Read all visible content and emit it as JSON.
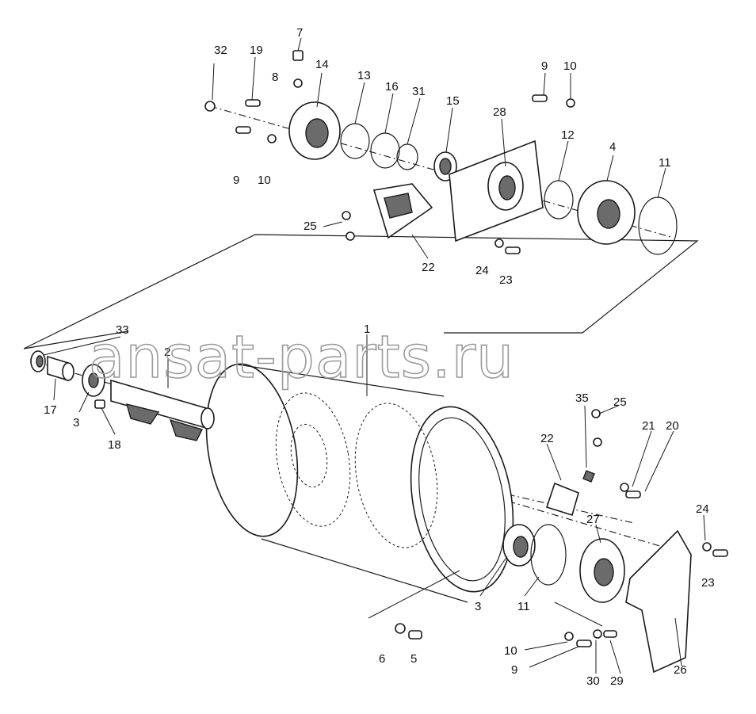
{
  "watermark": "ansat-parts.ru",
  "callouts": [
    {
      "id": "c1",
      "label": "1"
    },
    {
      "id": "c2",
      "label": "2"
    },
    {
      "id": "c3a",
      "label": "3"
    },
    {
      "id": "c3b",
      "label": "3"
    },
    {
      "id": "c4",
      "label": "4"
    },
    {
      "id": "c5",
      "label": "5"
    },
    {
      "id": "c6",
      "label": "6"
    },
    {
      "id": "c7",
      "label": "7"
    },
    {
      "id": "c8",
      "label": "8"
    },
    {
      "id": "c9a",
      "label": "9"
    },
    {
      "id": "c9b",
      "label": "9"
    },
    {
      "id": "c9c",
      "label": "9"
    },
    {
      "id": "c10a",
      "label": "10"
    },
    {
      "id": "c10b",
      "label": "10"
    },
    {
      "id": "c10c",
      "label": "10"
    },
    {
      "id": "c11a",
      "label": "11"
    },
    {
      "id": "c11b",
      "label": "11"
    },
    {
      "id": "c12",
      "label": "12"
    },
    {
      "id": "c13",
      "label": "13"
    },
    {
      "id": "c14",
      "label": "14"
    },
    {
      "id": "c15",
      "label": "15"
    },
    {
      "id": "c16",
      "label": "16"
    },
    {
      "id": "c17",
      "label": "17"
    },
    {
      "id": "c18",
      "label": "18"
    },
    {
      "id": "c19",
      "label": "19"
    },
    {
      "id": "c20",
      "label": "20"
    },
    {
      "id": "c21",
      "label": "21"
    },
    {
      "id": "c22a",
      "label": "22"
    },
    {
      "id": "c22b",
      "label": "22"
    },
    {
      "id": "c23a",
      "label": "23"
    },
    {
      "id": "c23b",
      "label": "23"
    },
    {
      "id": "c24a",
      "label": "24"
    },
    {
      "id": "c24b",
      "label": "24"
    },
    {
      "id": "c25a",
      "label": "25"
    },
    {
      "id": "c25b",
      "label": "25"
    },
    {
      "id": "c26",
      "label": "26"
    },
    {
      "id": "c27",
      "label": "27"
    },
    {
      "id": "c28",
      "label": "28"
    },
    {
      "id": "c29",
      "label": "29"
    },
    {
      "id": "c30",
      "label": "30"
    },
    {
      "id": "c31",
      "label": "31"
    },
    {
      "id": "c32",
      "label": "32"
    },
    {
      "id": "c33",
      "label": "33"
    },
    {
      "id": "c35",
      "label": "35"
    }
  ]
}
